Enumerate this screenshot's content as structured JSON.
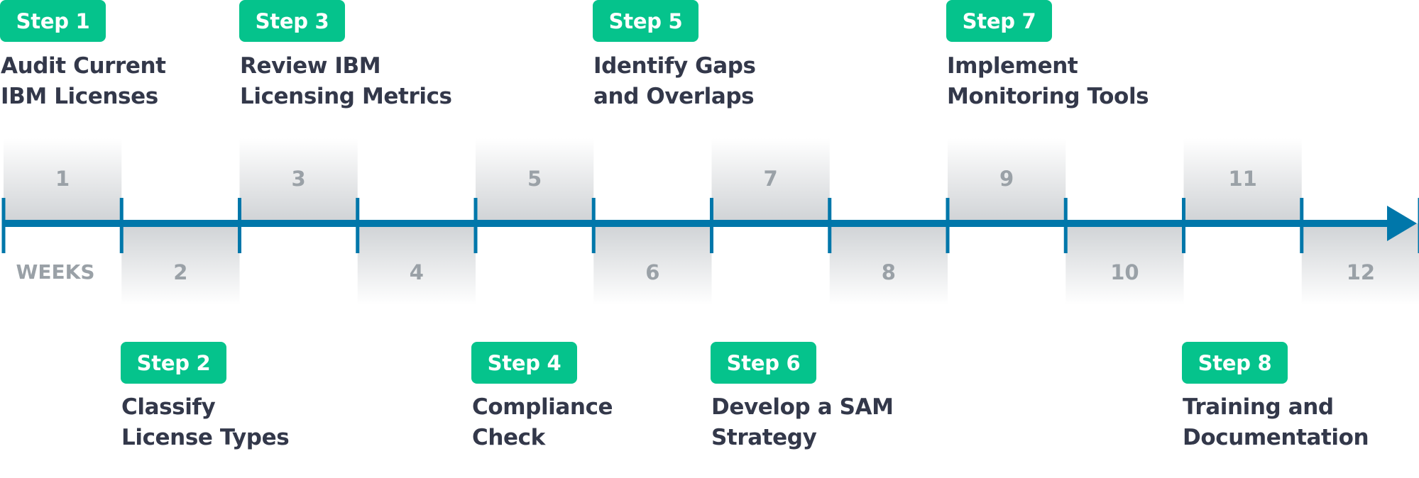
{
  "axis_label": "WEEKS",
  "colors": {
    "accent": "#05c38c",
    "axis": "#0077aa",
    "band": "#cfd2d5",
    "week_number": "#9aa1a7",
    "title_text": "#33384a"
  },
  "weeks": [
    "1",
    "2",
    "3",
    "4",
    "5",
    "6",
    "7",
    "8",
    "9",
    "10",
    "11",
    "12"
  ],
  "steps": [
    {
      "id": 1,
      "label": "Step 1",
      "title_lines": [
        "Audit Current",
        "IBM Licenses"
      ],
      "position": "top"
    },
    {
      "id": 2,
      "label": "Step 2",
      "title_lines": [
        "Classify",
        "License Types"
      ],
      "position": "bottom"
    },
    {
      "id": 3,
      "label": "Step 3",
      "title_lines": [
        "Review IBM",
        "Licensing Metrics"
      ],
      "position": "top"
    },
    {
      "id": 4,
      "label": "Step 4",
      "title_lines": [
        "Compliance",
        "Check"
      ],
      "position": "bottom"
    },
    {
      "id": 5,
      "label": "Step 5",
      "title_lines": [
        "Identify Gaps",
        "and Overlaps"
      ],
      "position": "top"
    },
    {
      "id": 6,
      "label": "Step 6",
      "title_lines": [
        "Develop a SAM",
        "Strategy"
      ],
      "position": "bottom"
    },
    {
      "id": 7,
      "label": "Step 7",
      "title_lines": [
        "Implement",
        "Monitoring Tools"
      ],
      "position": "top"
    },
    {
      "id": 8,
      "label": "Step 8",
      "title_lines": [
        "Training and",
        "Documentation"
      ],
      "position": "bottom"
    }
  ]
}
